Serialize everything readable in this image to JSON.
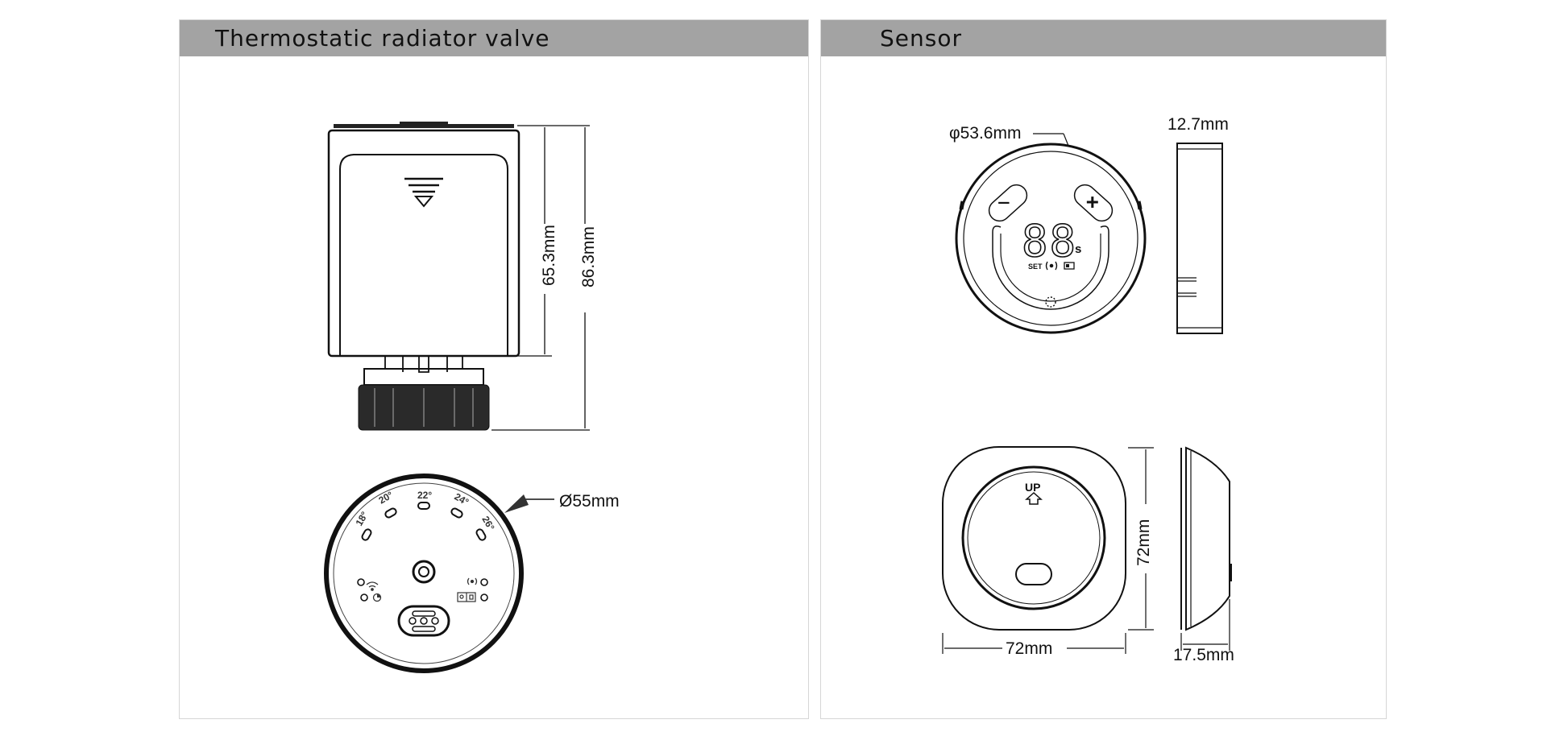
{
  "panels": {
    "valve": {
      "title": "Thermostatic radiator valve",
      "dims": {
        "inner_height": "65.3mm",
        "total_height": "86.3mm",
        "diameter": "Ø55mm"
      },
      "dial_ticks": [
        "18°",
        "20°",
        "22°",
        "24°",
        "26°"
      ]
    },
    "sensor": {
      "title": "Sensor",
      "dims": {
        "diameter": "φ53.6mm",
        "thickness": "12.7mm",
        "height": "72mm",
        "width": "72mm",
        "depth": "17.5mm"
      },
      "display": {
        "digits": "88",
        "unit": "s",
        "set_label": "SET",
        "minus": "−",
        "plus": "+"
      },
      "mount_label": "UP"
    }
  }
}
